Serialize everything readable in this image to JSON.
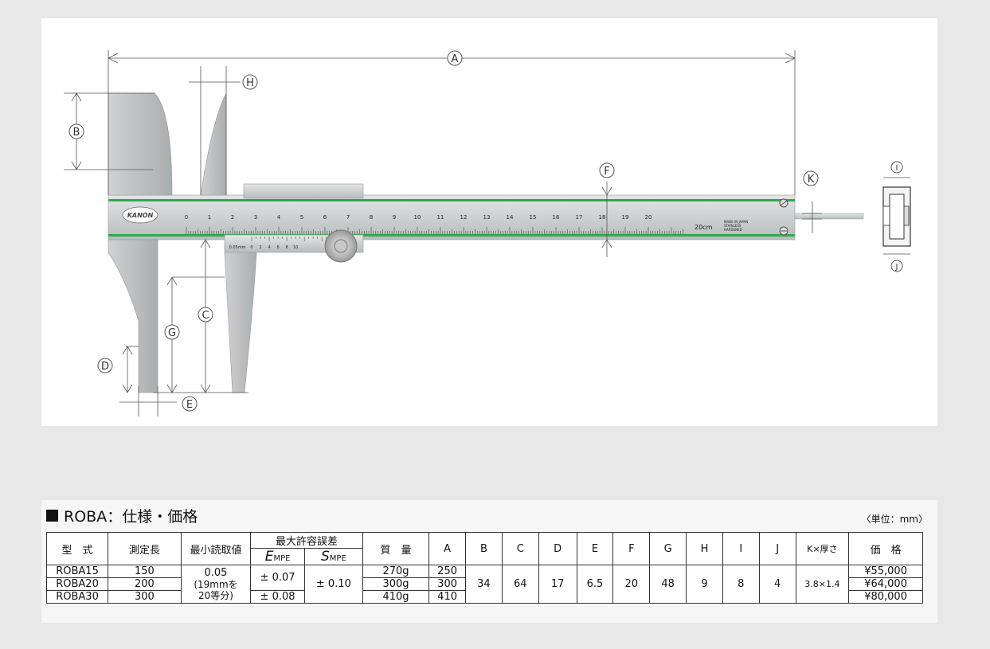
{
  "diagram": {
    "dim_labels": [
      "A",
      "B",
      "C",
      "D",
      "E",
      "F",
      "G",
      "H",
      "I",
      "J",
      "K"
    ],
    "brand": "KANON",
    "scale_numbers": [
      "0",
      "1",
      "2",
      "3",
      "4",
      "5",
      "6",
      "7",
      "8",
      "9",
      "10",
      "11",
      "12",
      "13",
      "14",
      "15",
      "16",
      "17",
      "18",
      "19",
      "20"
    ],
    "scale_unit": "20cm",
    "vernier_numbers": [
      "0.05mm",
      "0",
      "2",
      "4",
      "6",
      "8",
      "10"
    ],
    "made_in": "MADE IN JAPAN",
    "steel": "STAINLESS",
    "hardened": "HARDENED"
  },
  "spec": {
    "title": "ROBA：仕様・価格",
    "unit": "〈単位：mm〉",
    "headers": {
      "model": "型　式",
      "range": "測定長",
      "resolution": "最小読取値",
      "mpe": "最大許容誤差",
      "e_mpe_main": "E",
      "e_mpe_sub": "MPE",
      "s_mpe_main": "S",
      "s_mpe_sub": "MPE",
      "mass": "質　量",
      "a": "A",
      "b": "B",
      "c": "C",
      "d": "D",
      "e": "E",
      "f": "F",
      "g": "G",
      "h": "H",
      "i": "I",
      "j": "J",
      "k": "K×厚さ",
      "price": "価　格"
    },
    "resolution_value": "0.05",
    "resolution_note_1": "19mmを",
    "resolution_note_2": "20等分",
    "s_mpe": "± 0.10",
    "e_mpe_1": "± 0.07",
    "e_mpe_2": "± 0.08",
    "shared": {
      "b": "34",
      "c": "64",
      "d": "17",
      "e": "6.5",
      "f": "20",
      "g": "48",
      "h": "9",
      "i": "8",
      "j": "4",
      "k": "3.8×1.4"
    },
    "rows": [
      {
        "model": "ROBA15",
        "range": "150",
        "mass": "270g",
        "a": "250",
        "price": "¥55,000"
      },
      {
        "model": "ROBA20",
        "range": "200",
        "mass": "300g",
        "a": "300",
        "price": "¥64,000"
      },
      {
        "model": "ROBA30",
        "range": "300",
        "mass": "410g",
        "a": "410",
        "price": "¥80,000"
      }
    ]
  }
}
